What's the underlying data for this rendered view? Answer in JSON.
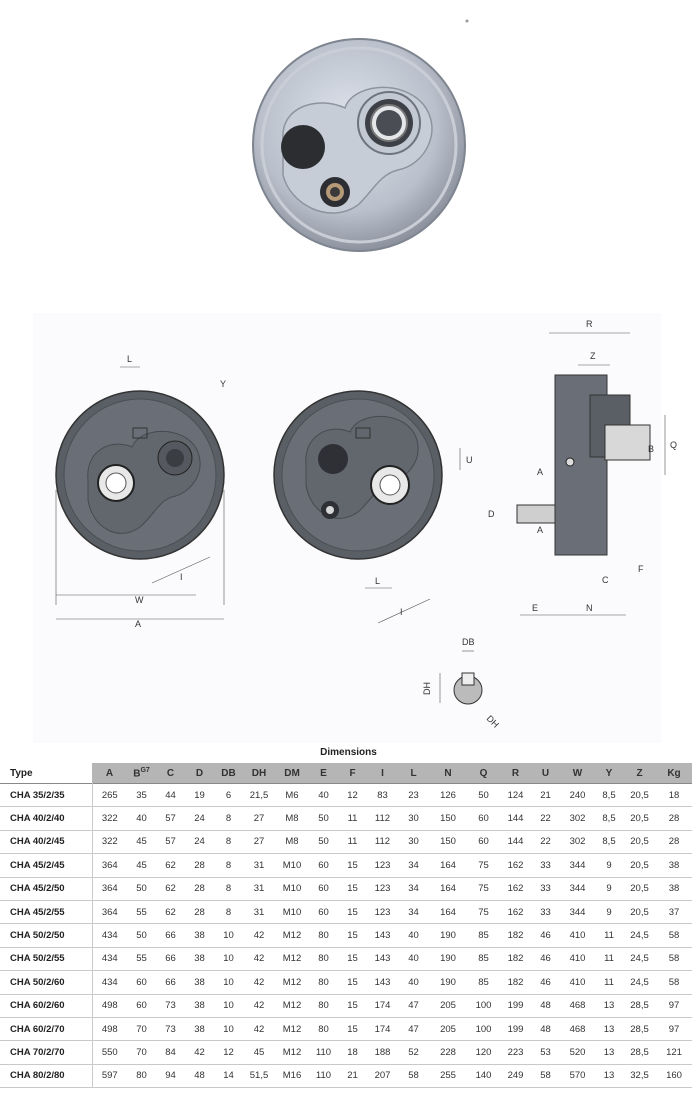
{
  "drawing_labels": {
    "L": "L",
    "Y": "Y",
    "W": "W",
    "A": "A",
    "I": "I",
    "U": "U",
    "R": "R",
    "Z": "Z",
    "B": "B",
    "Q": "Q",
    "D": "D",
    "C": "C",
    "F": "F",
    "E": "E",
    "N": "N",
    "DB": "DB",
    "DH": "DH"
  },
  "table": {
    "title": "Dimensions",
    "type_header": "Type",
    "b_superscript": "G7",
    "columns": [
      "A",
      "B",
      "C",
      "D",
      "DB",
      "DH",
      "DM",
      "E",
      "F",
      "I",
      "L",
      "N",
      "Q",
      "R",
      "U",
      "W",
      "Y",
      "Z",
      "Kg"
    ],
    "rows": [
      {
        "type": "CHA 35/2/35",
        "values": [
          "265",
          "35",
          "44",
          "19",
          "6",
          "21,5",
          "M6",
          "40",
          "12",
          "83",
          "23",
          "126",
          "50",
          "124",
          "21",
          "240",
          "8,5",
          "20,5",
          "18"
        ]
      },
      {
        "type": "CHA 40/2/40",
        "values": [
          "322",
          "40",
          "57",
          "24",
          "8",
          "27",
          "M8",
          "50",
          "11",
          "112",
          "30",
          "150",
          "60",
          "144",
          "22",
          "302",
          "8,5",
          "20,5",
          "28"
        ]
      },
      {
        "type": "CHA 40/2/45",
        "values": [
          "322",
          "45",
          "57",
          "24",
          "8",
          "27",
          "M8",
          "50",
          "11",
          "112",
          "30",
          "150",
          "60",
          "144",
          "22",
          "302",
          "8,5",
          "20,5",
          "28"
        ]
      },
      {
        "type": "CHA 45/2/45",
        "values": [
          "364",
          "45",
          "62",
          "28",
          "8",
          "31",
          "M10",
          "60",
          "15",
          "123",
          "34",
          "164",
          "75",
          "162",
          "33",
          "344",
          "9",
          "20,5",
          "38"
        ]
      },
      {
        "type": "CHA 45/2/50",
        "values": [
          "364",
          "50",
          "62",
          "28",
          "8",
          "31",
          "M10",
          "60",
          "15",
          "123",
          "34",
          "164",
          "75",
          "162",
          "33",
          "344",
          "9",
          "20,5",
          "38"
        ]
      },
      {
        "type": "CHA 45/2/55",
        "values": [
          "364",
          "55",
          "62",
          "28",
          "8",
          "31",
          "M10",
          "60",
          "15",
          "123",
          "34",
          "164",
          "75",
          "162",
          "33",
          "344",
          "9",
          "20,5",
          "37"
        ]
      },
      {
        "type": "CHA 50/2/50",
        "values": [
          "434",
          "50",
          "66",
          "38",
          "10",
          "42",
          "M12",
          "80",
          "15",
          "143",
          "40",
          "190",
          "85",
          "182",
          "46",
          "410",
          "11",
          "24,5",
          "58"
        ]
      },
      {
        "type": "CHA 50/2/55",
        "values": [
          "434",
          "55",
          "66",
          "38",
          "10",
          "42",
          "M12",
          "80",
          "15",
          "143",
          "40",
          "190",
          "85",
          "182",
          "46",
          "410",
          "11",
          "24,5",
          "58"
        ]
      },
      {
        "type": "CHA 50/2/60",
        "values": [
          "434",
          "60",
          "66",
          "38",
          "10",
          "42",
          "M12",
          "80",
          "15",
          "143",
          "40",
          "190",
          "85",
          "182",
          "46",
          "410",
          "11",
          "24,5",
          "58"
        ]
      },
      {
        "type": "CHA 60/2/60",
        "values": [
          "498",
          "60",
          "73",
          "38",
          "10",
          "42",
          "M12",
          "80",
          "15",
          "174",
          "47",
          "205",
          "100",
          "199",
          "48",
          "468",
          "13",
          "28,5",
          "97"
        ]
      },
      {
        "type": "CHA 60/2/70",
        "values": [
          "498",
          "70",
          "73",
          "38",
          "10",
          "42",
          "M12",
          "80",
          "15",
          "174",
          "47",
          "205",
          "100",
          "199",
          "48",
          "468",
          "13",
          "28,5",
          "97"
        ]
      },
      {
        "type": "CHA 70/2/70",
        "values": [
          "550",
          "70",
          "84",
          "42",
          "12",
          "45",
          "M12",
          "110",
          "18",
          "188",
          "52",
          "228",
          "120",
          "223",
          "53",
          "520",
          "13",
          "28,5",
          "121"
        ]
      },
      {
        "type": "CHA 80/2/80",
        "values": [
          "597",
          "80",
          "94",
          "48",
          "14",
          "51,5",
          "M16",
          "110",
          "21",
          "207",
          "58",
          "255",
          "140",
          "249",
          "58",
          "570",
          "13",
          "32,5",
          "160"
        ]
      }
    ]
  }
}
